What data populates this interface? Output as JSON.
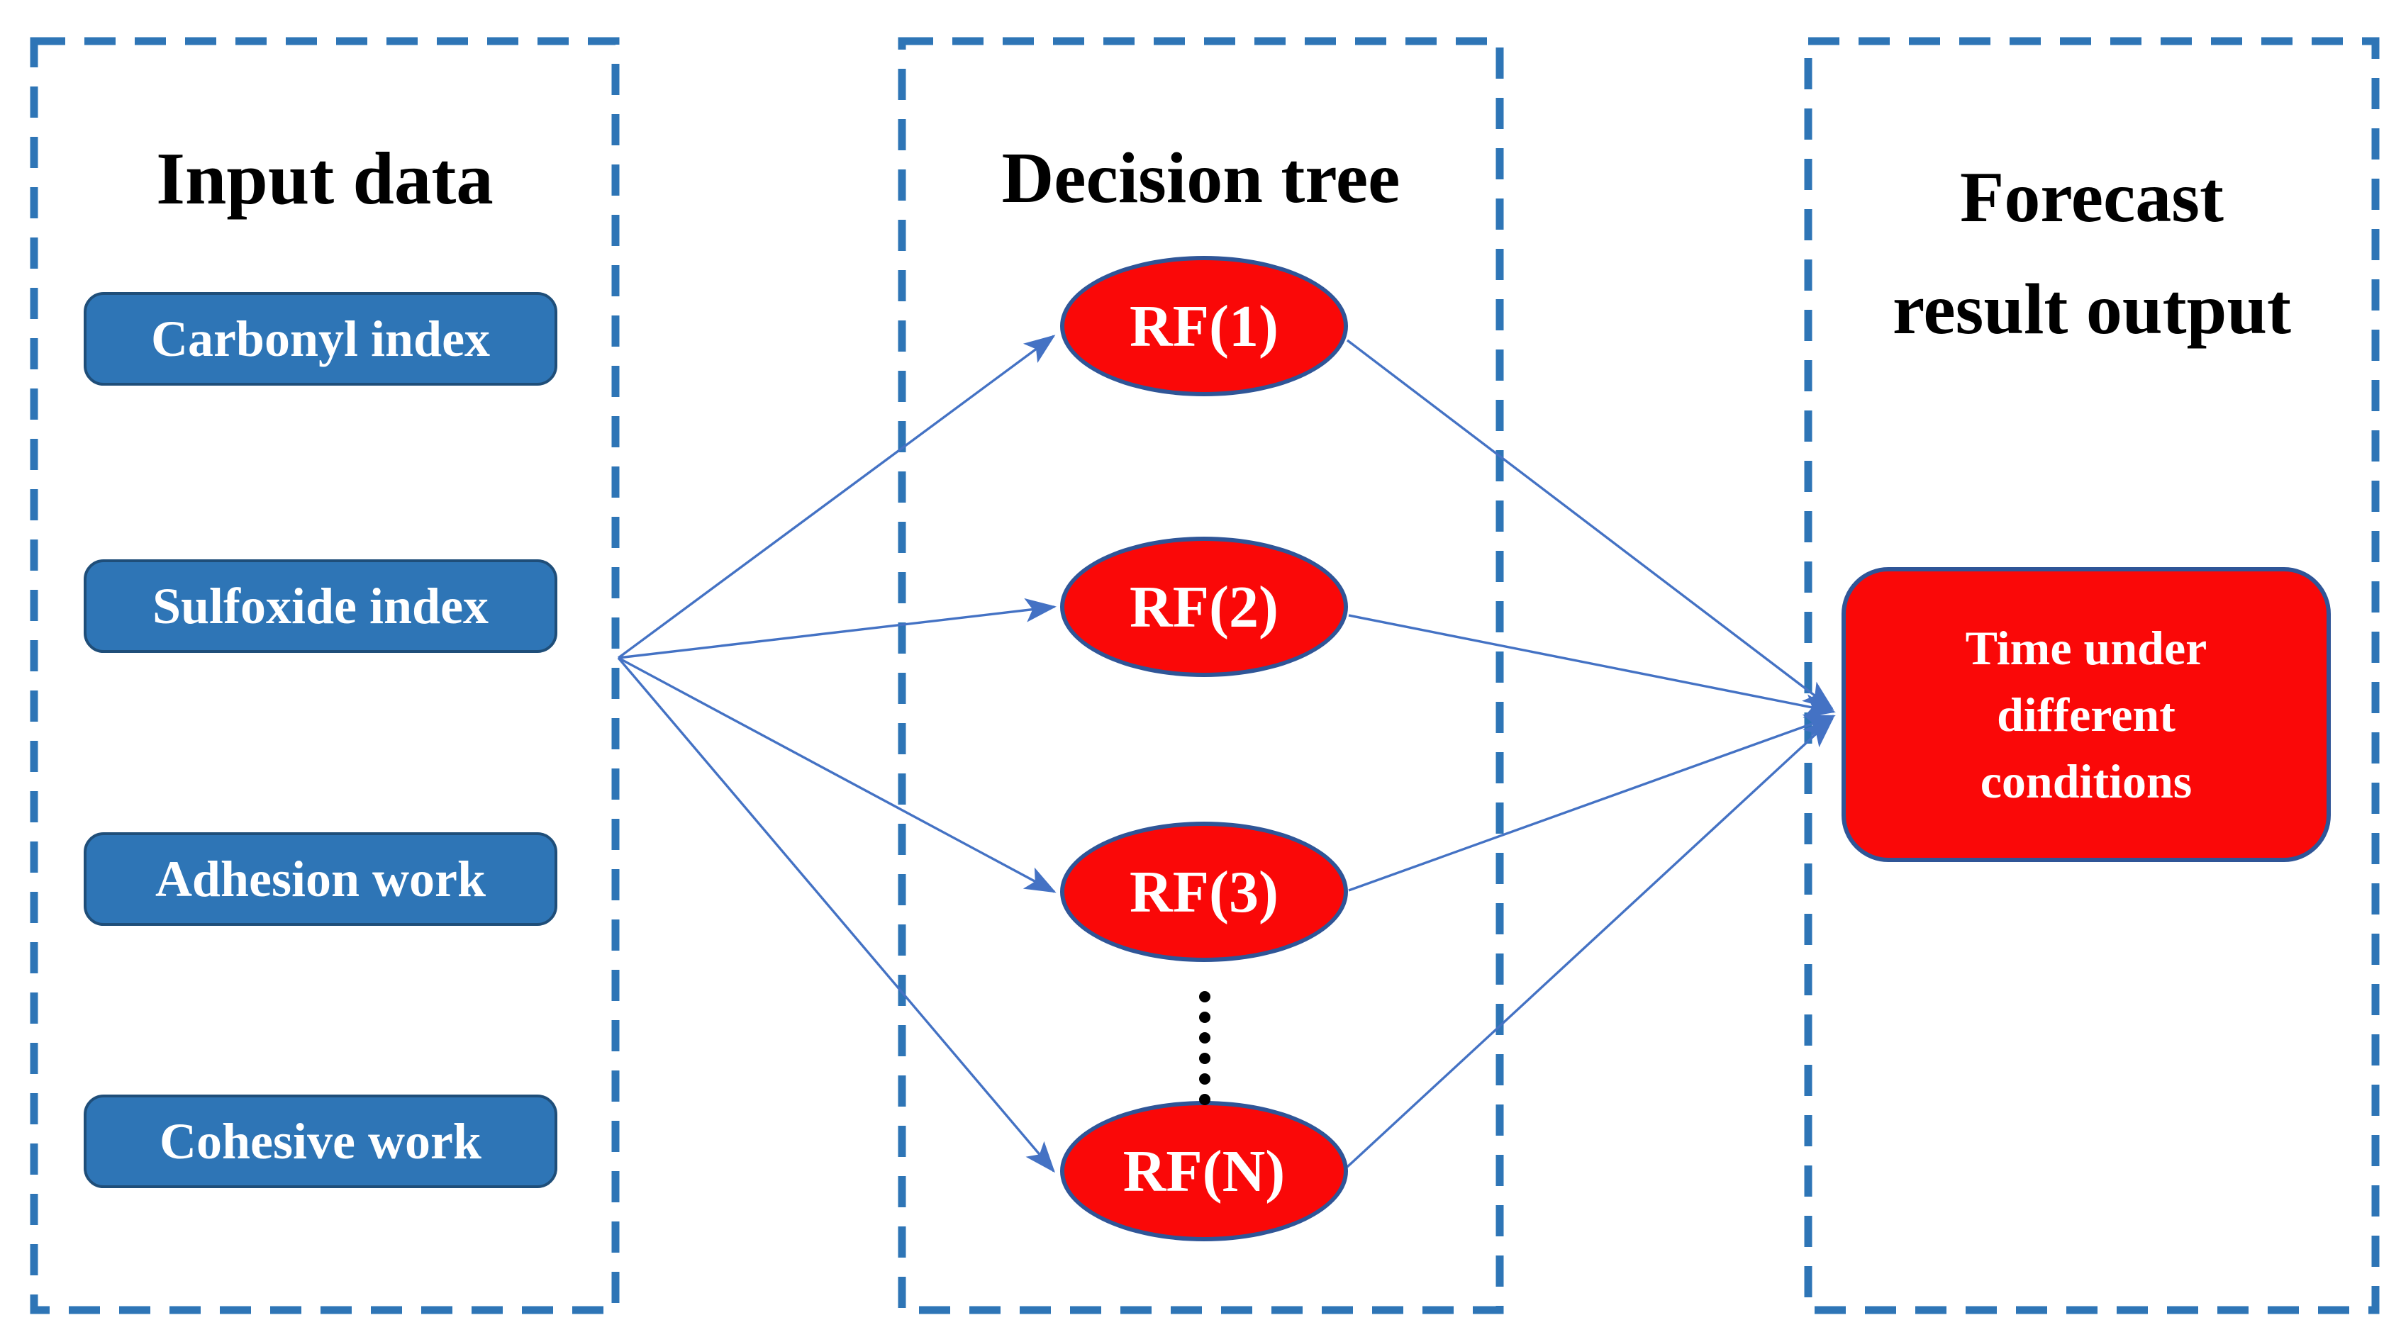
{
  "figure": {
    "panels": [
      {
        "id": "input",
        "title": "Input data",
        "items": [
          "Carbonyl index",
          "Sulfoxide index",
          "Adhesion work",
          "Cohesive work"
        ]
      },
      {
        "id": "decision",
        "title": "Decision tree",
        "nodes": [
          "RF(1)",
          "RF(2)",
          "RF(3)",
          "RF(N)"
        ],
        "more_nodes_icon": "vertical-ellipsis"
      },
      {
        "id": "forecast",
        "title_lines": [
          "Forecast",
          "result output"
        ],
        "output": "Time under different conditions"
      }
    ],
    "colors": {
      "panel_dash": "#2E75B6",
      "arrow": "#4472C4",
      "input_box_fill": "#2E75B6",
      "input_box_border": "#1F4E79",
      "node_fill": "#FA0808",
      "node_border": "#2F5597",
      "text_on_fill": "#FFFFFF",
      "title_text": "#000000",
      "dots": "#000000"
    }
  }
}
